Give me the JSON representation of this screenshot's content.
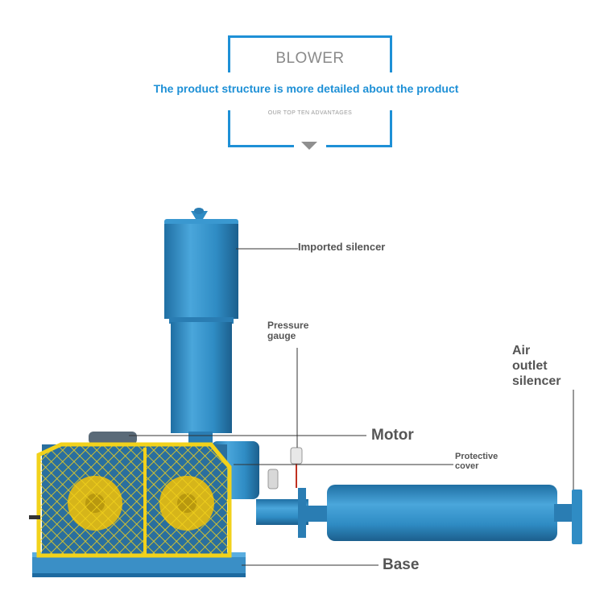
{
  "header": {
    "title": "BLOWER",
    "subtitle": "The product structure is more detailed about the product",
    "small_caption": "OUR TOP TEN ADVANTAGES"
  },
  "labels": {
    "imported_silencer": "Imported silencer",
    "pressure_gauge_line1": "Pressure",
    "pressure_gauge_line2": "gauge",
    "air_outlet_line1": "Air",
    "air_outlet_line2": "outlet",
    "air_outlet_line3": "silencer",
    "motor": "Motor",
    "protective_cover_line1": "Protective",
    "protective_cover_line2": "cover",
    "base": "Base"
  },
  "colors": {
    "accent": "#1e90d6",
    "machine_blue": "#2f8cc4",
    "guard_yellow": "#f2d21b",
    "label_gray": "#555555"
  }
}
